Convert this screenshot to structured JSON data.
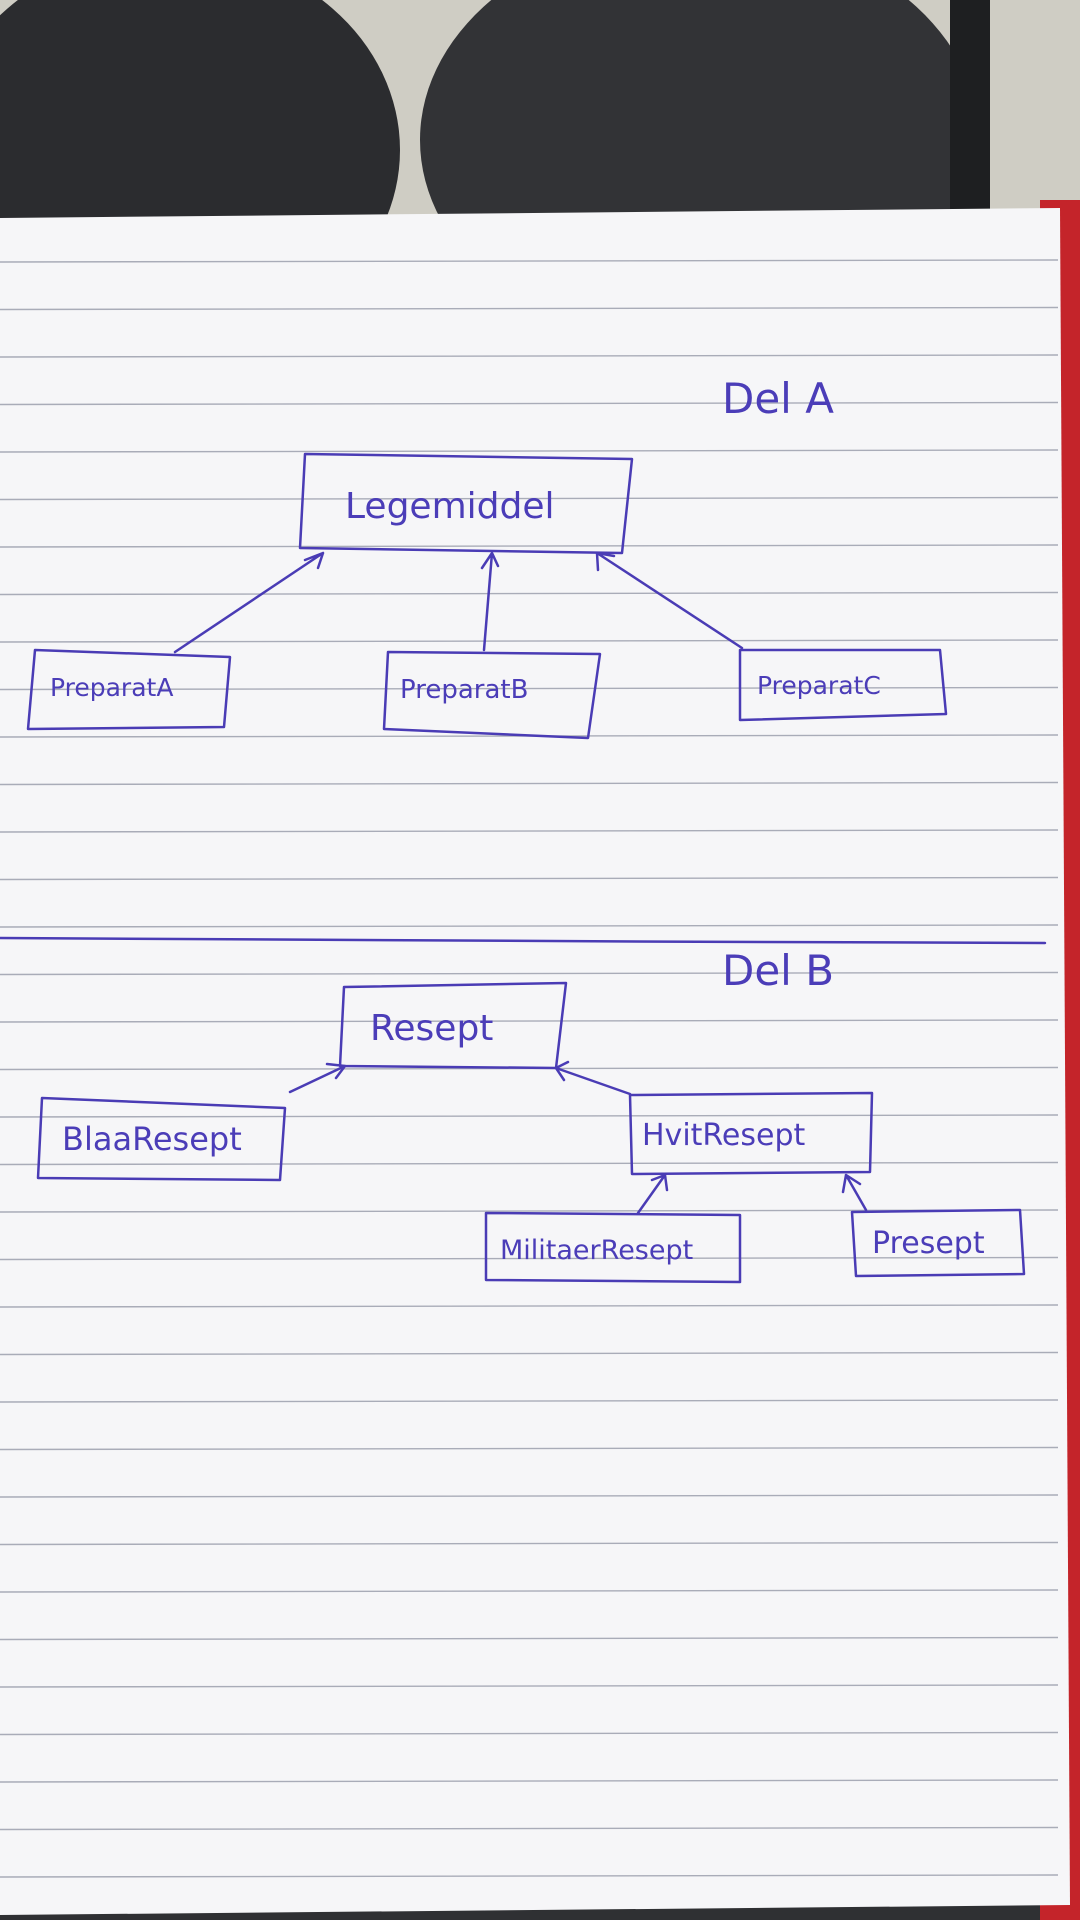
{
  "part_a": {
    "heading": "Del A",
    "parent": "Legemiddel",
    "children": [
      "PreparatA",
      "PreparatB",
      "PreparatC"
    ]
  },
  "part_b": {
    "heading": "Del B",
    "root": "Resept",
    "children": [
      "BlaaResept",
      "HvitResept"
    ],
    "grandchildren": [
      "MilitaerResept",
      "Presept"
    ]
  },
  "colors": {
    "ink": "#4a3cb5",
    "paper": "#f7f7f9",
    "rule": "#a9acb8"
  }
}
